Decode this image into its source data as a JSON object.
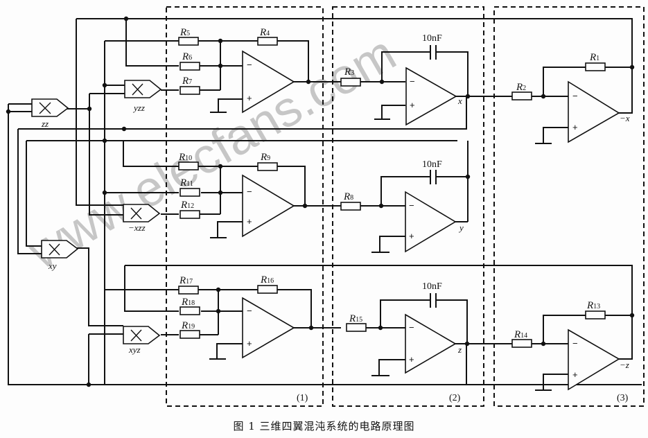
{
  "caption": "图 1   三维四翼混沌系统的电路原理图",
  "watermark": "www.elecfans.com",
  "sections": [
    "(1)",
    "(2)",
    "(3)"
  ],
  "multipliers": {
    "zz": "zz",
    "yzz": "yzz",
    "neg_xzz": "−xzz",
    "xy": "xy",
    "xyz": "xyz"
  },
  "resistors": {
    "R1": "1",
    "R2": "2",
    "R3": "3",
    "R4": "4",
    "R5": "5",
    "R6": "6",
    "R7": "7",
    "R8": "8",
    "R9": "9",
    "R10": "10",
    "R11": "11",
    "R12": "12",
    "R13": "13",
    "R14": "14",
    "R15": "15",
    "R16": "16",
    "R17": "17",
    "R18": "18",
    "R19": "19"
  },
  "resistor_prefix": "R",
  "capacitors": {
    "C1": "10nF",
    "C2": "10nF",
    "C3": "10nF"
  },
  "signals": {
    "x": "x",
    "y": "y",
    "z": "z",
    "neg_x": "−x",
    "neg_z": "−z"
  },
  "opamp_pins": {
    "minus": "−",
    "plus": "+"
  }
}
